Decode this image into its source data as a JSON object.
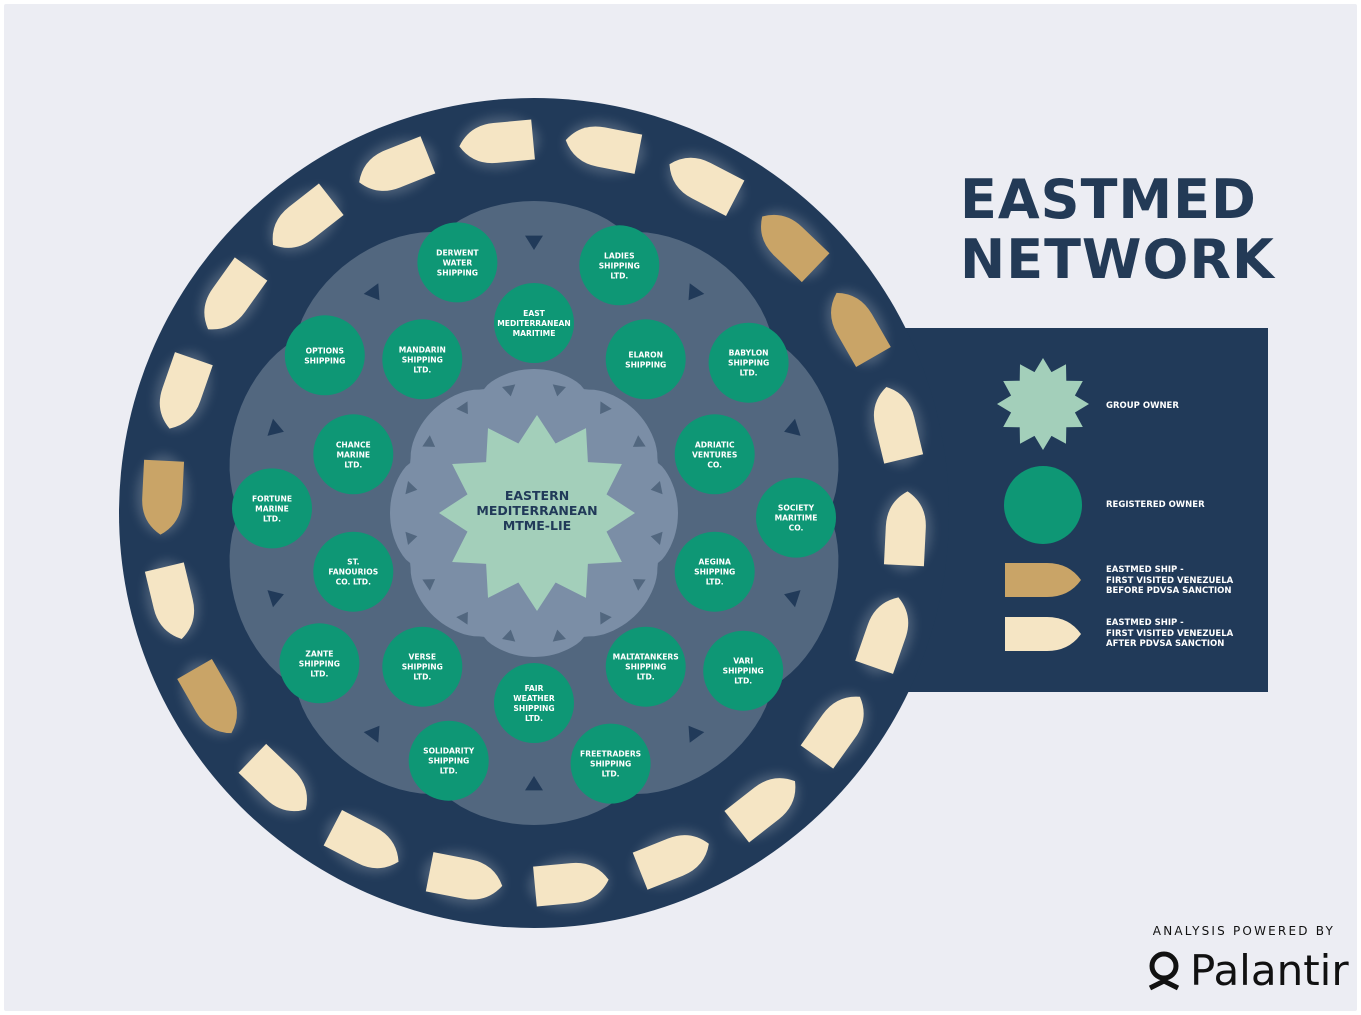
{
  "title": {
    "line1": "EASTMED",
    "line2": "NETWORK"
  },
  "center": {
    "label": [
      "EASTERN",
      "MEDITERRANEAN",
      "MTME-LIE"
    ]
  },
  "registered_owners": [
    {
      "label": [
        "DERWENT",
        "WATER",
        "SHIPPING"
      ]
    },
    {
      "label": [
        "LADIES",
        "SHIPPING",
        "LTD."
      ]
    },
    {
      "label": [
        "BABYLON",
        "SHIPPING",
        "LTD."
      ]
    },
    {
      "label": [
        "SOCIETY",
        "MARITIME",
        "CO."
      ]
    },
    {
      "label": [
        "VARI",
        "SHIPPING",
        "LTD."
      ]
    },
    {
      "label": [
        "FREETRADERS",
        "SHIPPING",
        "LTD."
      ]
    },
    {
      "label": [
        "SOLIDARITY",
        "SHIPPING",
        "LTD."
      ]
    },
    {
      "label": [
        "ZANTE",
        "SHIPPING",
        "LTD."
      ]
    },
    {
      "label": [
        "FORTUNE",
        "MARINE",
        "LTD."
      ]
    },
    {
      "label": [
        "OPTIONS",
        "SHIPPING"
      ]
    },
    {
      "label": [
        "EAST",
        "MEDITERRANEAN",
        "MARITIME"
      ]
    },
    {
      "label": [
        "ELARON",
        "SHIPPING"
      ]
    },
    {
      "label": [
        "ADRIATIC",
        "VENTURES",
        "CO."
      ]
    },
    {
      "label": [
        "AEGINA",
        "SHIPPING",
        "LTD."
      ]
    },
    {
      "label": [
        "MALTATANKERS",
        "SHIPPING",
        "LTD."
      ]
    },
    {
      "label": [
        "FAIR",
        "WEATHER",
        "SHIPPING",
        "LTD."
      ]
    },
    {
      "label": [
        "VERSE",
        "SHIPPING",
        "LTD."
      ]
    },
    {
      "label": [
        "ST.",
        "FANOURIOS",
        "CO. LTD."
      ]
    },
    {
      "label": [
        "CHANCE",
        "MARINE",
        "LTD."
      ]
    },
    {
      "label": [
        "MANDARIN",
        "SHIPPING",
        "LTD."
      ]
    }
  ],
  "ships": [
    {
      "type": "after"
    },
    {
      "type": "after"
    },
    {
      "type": "before"
    },
    {
      "type": "before"
    },
    {
      "type": "after"
    },
    {
      "type": "after"
    },
    {
      "type": "after"
    },
    {
      "type": "after"
    },
    {
      "type": "after"
    },
    {
      "type": "after"
    },
    {
      "type": "after"
    },
    {
      "type": "after"
    },
    {
      "type": "after"
    },
    {
      "type": "after"
    },
    {
      "type": "before"
    },
    {
      "type": "after"
    },
    {
      "type": "before"
    },
    {
      "type": "after"
    },
    {
      "type": "after"
    },
    {
      "type": "after"
    },
    {
      "type": "after"
    },
    {
      "type": "after"
    }
  ],
  "legend": {
    "group_owner": "GROUP OWNER",
    "registered_owner": "REGISTERED OWNER",
    "ship_before": "EASTMED SHIP -\nFIRST VISITED VENEZUELA\nBEFORE PDVSA SANCTION",
    "ship_after": "EASTMED SHIP -\nFIRST VISITED VENEZUELA\nAFTER PDVSA SANCTION"
  },
  "credit": {
    "powered_by": "ANALYSIS POWERED BY",
    "brand": "Palantir"
  },
  "colors": {
    "background": "#ecedf3",
    "navy": "#213a59",
    "ring_outer": "#52677f",
    "ring_mid": "#687c94",
    "ring_inner": "#7b8ea6",
    "registered_owner": "#0e9775",
    "group_owner": "#a3cfba",
    "ship_before": "#c9a467",
    "ship_after": "#f5e5c4"
  }
}
